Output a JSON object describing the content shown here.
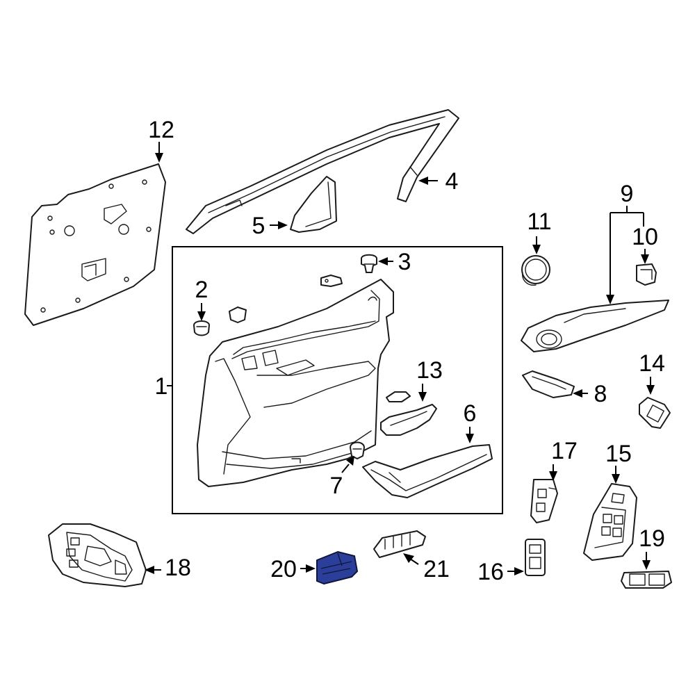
{
  "diagram": {
    "callouts": [
      {
        "id": "c1",
        "text": "1"
      },
      {
        "id": "c2",
        "text": "2"
      },
      {
        "id": "c3",
        "text": "3"
      },
      {
        "id": "c4",
        "text": "4"
      },
      {
        "id": "c5",
        "text": "5"
      },
      {
        "id": "c6",
        "text": "6"
      },
      {
        "id": "c7",
        "text": "7"
      },
      {
        "id": "c8",
        "text": "8"
      },
      {
        "id": "c9",
        "text": "9"
      },
      {
        "id": "c10",
        "text": "10"
      },
      {
        "id": "c11",
        "text": "11"
      },
      {
        "id": "c12",
        "text": "12"
      },
      {
        "id": "c13",
        "text": "13"
      },
      {
        "id": "c14",
        "text": "14"
      },
      {
        "id": "c15",
        "text": "15"
      },
      {
        "id": "c16",
        "text": "16"
      },
      {
        "id": "c17",
        "text": "17"
      },
      {
        "id": "c18",
        "text": "18"
      },
      {
        "id": "c19",
        "text": "19"
      },
      {
        "id": "c20",
        "text": "20"
      },
      {
        "id": "c21",
        "text": "21"
      }
    ],
    "highlighted_part": "20",
    "colors": {
      "highlight": "#2b3f9a",
      "line": "#1a1a1a",
      "background": "#ffffff"
    }
  }
}
